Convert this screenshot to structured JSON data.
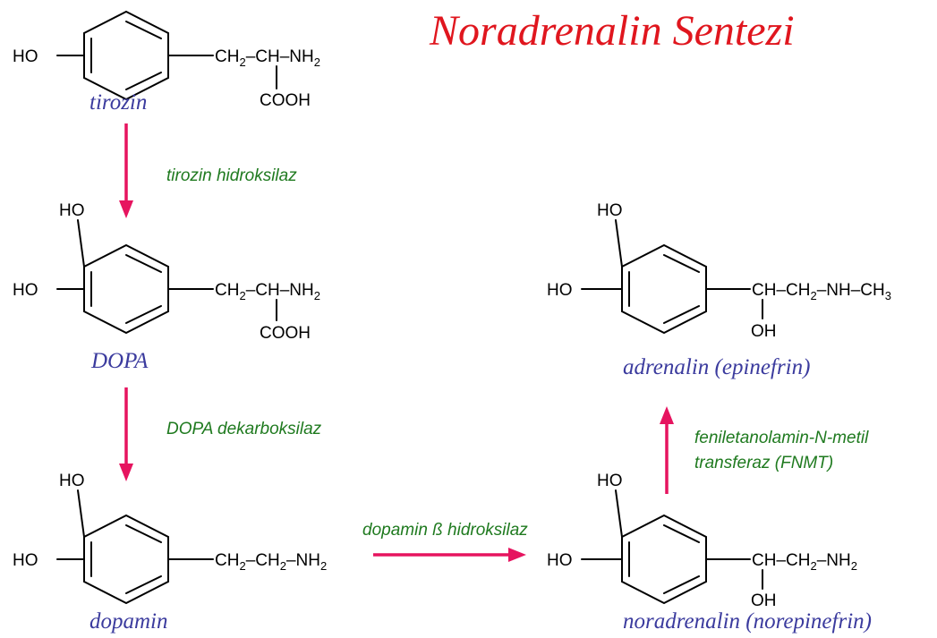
{
  "title": "Noradrenalin Sentezi",
  "molecules": {
    "tirozin": {
      "name": "tirozin",
      "ho_top": "",
      "ho_left": "HO",
      "chain": [
        "CH",
        "2",
        "–CH–NH",
        "2"
      ],
      "branch": "COOH"
    },
    "dopa": {
      "name": "DOPA",
      "ho_top": "HO",
      "ho_left": "HO",
      "chain": [
        "CH",
        "2",
        "–CH–NH",
        "2"
      ],
      "branch": "COOH"
    },
    "dopamin": {
      "name": "dopamin",
      "ho_top": "HO",
      "ho_left": "HO",
      "chain": [
        "CH",
        "2",
        "–CH",
        "2",
        "–NH",
        "2"
      ]
    },
    "noradrenalin": {
      "name": "noradrenalin (norepinefrin)",
      "ho_top": "HO",
      "ho_left": "HO",
      "chain": [
        "CH–CH",
        "2",
        "–NH",
        "2"
      ],
      "branch": "OH"
    },
    "adrenalin": {
      "name": "adrenalin (epinefrin)",
      "ho_top": "HO",
      "ho_left": "HO",
      "chain": [
        "CH–CH",
        "2",
        "–NH–CH",
        "3"
      ],
      "branch": "OH"
    }
  },
  "enzymes": {
    "e1": "tirozin hidroksilaz",
    "e2": "DOPA dekarboksilaz",
    "e3": "dopamin ß hidroksilaz",
    "e4_line1": "feniletanolamin-N-metil",
    "e4_line2": "transferaz (FNMT)"
  },
  "colors": {
    "title": "#e0161e",
    "names": "#3b3b9e",
    "enzymes": "#1f7a1f",
    "arrows": "#e6145f"
  }
}
